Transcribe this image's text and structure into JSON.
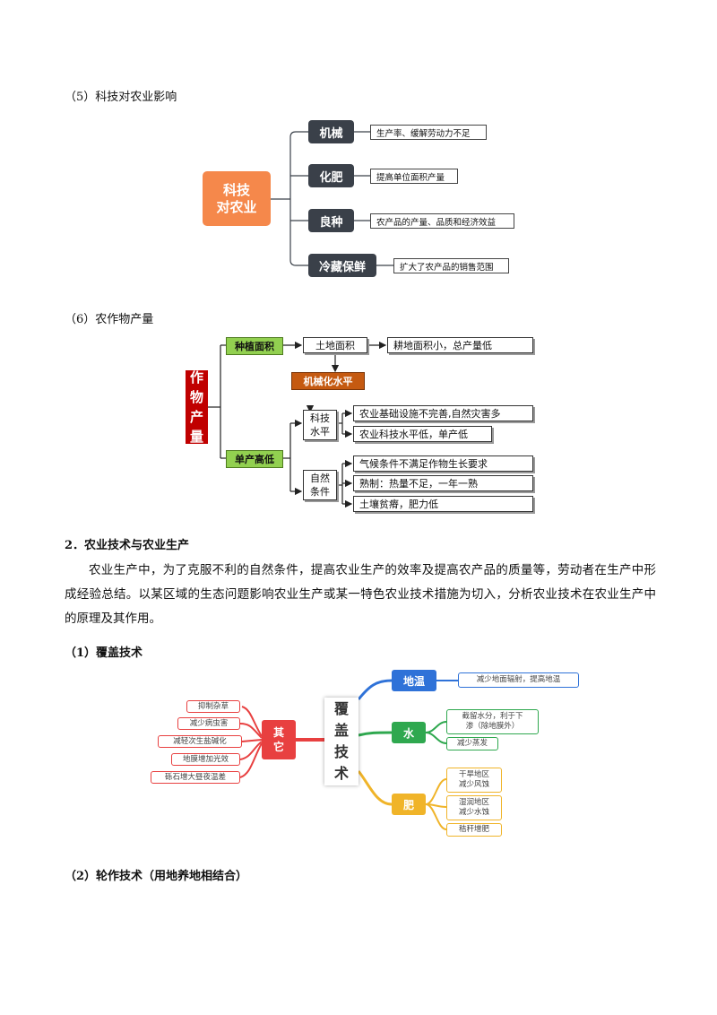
{
  "section5_heading": "（5）科技对农业影响",
  "diagram1": {
    "root_line1": "科技",
    "root_line2": "对农业",
    "branches": [
      {
        "label": "机械",
        "detail": "生产率、缓解劳动力不足"
      },
      {
        "label": "化肥",
        "detail": "提高单位面积产量"
      },
      {
        "label": "良种",
        "detail": "农产品的产量、品质和经济效益"
      },
      {
        "label": "冷藏保鲜",
        "detail": "扩大了农产品的销售范围"
      }
    ],
    "colors": {
      "root": "#f5884b",
      "branch": "#3a4049"
    }
  },
  "section6_heading": "（6）农作物产量",
  "diagram2": {
    "root_chars": [
      "作",
      "物",
      "产",
      "量"
    ],
    "area": "种植面积",
    "land": "土地面积",
    "land_detail": "耕地面积小，总产量低",
    "mech": "机械化水平",
    "yield": "单产高低",
    "tech_line1": "科技",
    "tech_line2": "水平",
    "tech_details": [
      "农业基础设施不完善,自然灾害多",
      "农业科技水平低，单产低"
    ],
    "nature_line1": "自然",
    "nature_line2": "条件",
    "nature_details": [
      "气候条件不满足作物生长要求",
      "熟制：热量不足，一年一熟",
      "土壤贫瘠，肥力低"
    ],
    "colors": {
      "root": "#c00000",
      "green": "#92d050",
      "orange": "#c55a11"
    }
  },
  "section2_heading": "2．农业技术与农业生产",
  "section2_paragraph": "农业生产中，为了克服不利的自然条件，提高农业生产的效率及提高农产品的质量等，劳动者在生产中形成经验总结。以某区域的生态问题影响农业生产或某一特色农业技术措施为切入，分析农业技术在农业生产中的原理及其作用。",
  "subsection1_heading": "（1）覆盖技术",
  "diagram3": {
    "center_chars": [
      "覆",
      "盖",
      "技",
      "术"
    ],
    "other": {
      "label_line1": "其",
      "label_line2": "它",
      "items": [
        "抑制杂草",
        "减少病虫害",
        "减轻次生盐碱化",
        "地膜增加光效",
        "砾石增大昼夜温差"
      ]
    },
    "temp": {
      "label": "地温",
      "items": [
        "减少地面辐射，提高地温"
      ]
    },
    "water": {
      "label": "水",
      "items_a": [
        "截留水分，利于下",
        "渗（除地膜外）"
      ],
      "items_b": "减少蒸发"
    },
    "fert": {
      "label": "肥",
      "items": [
        [
          "干旱地区",
          "减少风蚀"
        ],
        [
          "湿润地区",
          "减少水蚀"
        ],
        [
          "秸秆增肥"
        ]
      ]
    },
    "colors": {
      "other": "#e84040",
      "temp": "#2f72d8",
      "water": "#2fa84f",
      "fert": "#f0b429"
    }
  },
  "subsection2_heading": "（2）轮作技术（用地养地相结合）"
}
